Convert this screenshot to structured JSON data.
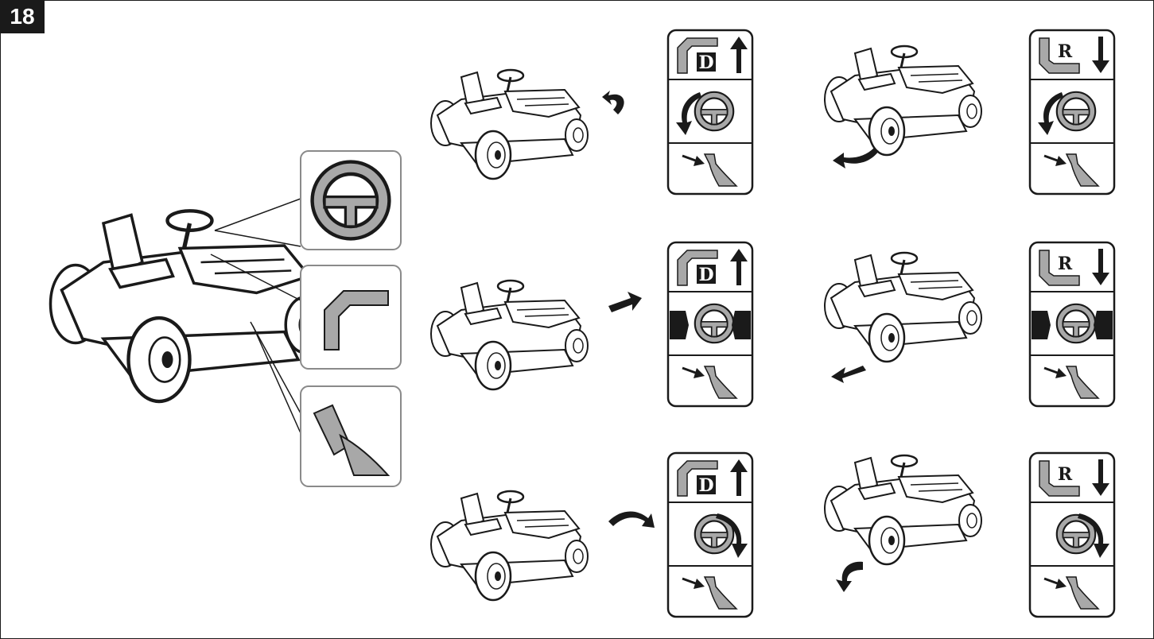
{
  "figure": {
    "number": "18"
  },
  "legend": {
    "items": [
      {
        "icon": "steering-wheel-icon"
      },
      {
        "icon": "forward-pedal-icon"
      },
      {
        "icon": "brake-pedal-icon"
      }
    ]
  },
  "panels": [
    {
      "direction": "forward",
      "gear_letter": "D",
      "steering": "left",
      "arrow": "curve-left"
    },
    {
      "direction": "forward",
      "gear_letter": "D",
      "steering": "straight",
      "arrow": "straight"
    },
    {
      "direction": "forward",
      "gear_letter": "D",
      "steering": "right",
      "arrow": "curve-right"
    },
    {
      "direction": "reverse",
      "gear_letter": "R",
      "steering": "left",
      "arrow": "curve-left"
    },
    {
      "direction": "reverse",
      "gear_letter": "R",
      "steering": "straight",
      "arrow": "straight"
    },
    {
      "direction": "reverse",
      "gear_letter": "R",
      "steering": "right",
      "arrow": "curve-right"
    }
  ],
  "colors": {
    "ink": "#1a1a1a",
    "icon_gray": "#a8a8a8",
    "legend_border": "#8a8a8a"
  }
}
